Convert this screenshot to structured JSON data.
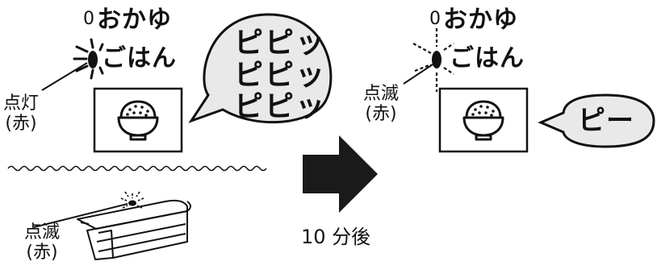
{
  "left_panel": {
    "menu_zero": "0",
    "menu_okayu": "おかゆ",
    "menu_gohan": "ごはん",
    "lamp_label": "点灯\n(赤)",
    "bubble_lines": [
      "ピピッ",
      "ピピッ",
      "ピピッ"
    ]
  },
  "bottom_left": {
    "lamp_label": "点滅\n(赤)"
  },
  "arrow": {
    "caption": "10 分後"
  },
  "right_panel": {
    "menu_zero": "0",
    "menu_okayu": "おかゆ",
    "menu_gohan": "ごはん",
    "lamp_label": "点滅\n(赤)",
    "beep": "ピー"
  },
  "icons": [
    "rice-bowl-icon",
    "arrow-right-icon",
    "lamp-indicator-icon"
  ],
  "colors": {
    "ink": "#111111",
    "arrow": "#1a1a1a",
    "background": "#ffffff"
  }
}
